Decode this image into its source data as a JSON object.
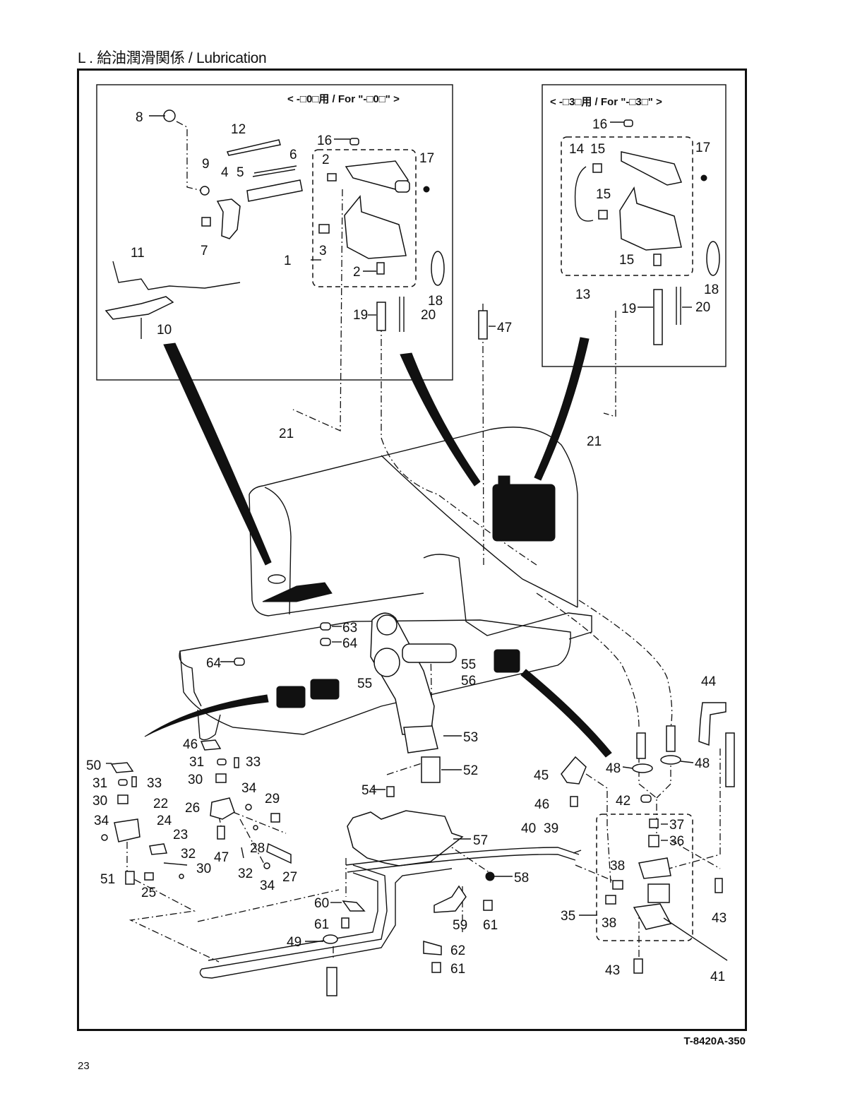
{
  "page": {
    "title": "L . 給油潤滑関係 / Lubrication",
    "doc_code": "T-8420A-350",
    "page_number": "23"
  },
  "insets": {
    "left_header": "< -□0□用 / For \"-□0□\" >",
    "right_header": "< -□3□用 / For \"-□3□\" >"
  },
  "callouts": [
    {
      "id": "c8",
      "text": "8"
    },
    {
      "id": "c12",
      "text": "12"
    },
    {
      "id": "c16a",
      "text": "16"
    },
    {
      "id": "c2a",
      "text": "2"
    },
    {
      "id": "c17a",
      "text": "17"
    },
    {
      "id": "c6",
      "text": "6"
    },
    {
      "id": "c9",
      "text": "9"
    },
    {
      "id": "c4",
      "text": "4"
    },
    {
      "id": "c5",
      "text": "5"
    },
    {
      "id": "c7",
      "text": "7"
    },
    {
      "id": "c3",
      "text": "3"
    },
    {
      "id": "c1",
      "text": "1"
    },
    {
      "id": "c2b",
      "text": "2"
    },
    {
      "id": "c18a",
      "text": "18"
    },
    {
      "id": "c19a",
      "text": "19"
    },
    {
      "id": "c20a",
      "text": "20"
    },
    {
      "id": "c11",
      "text": "11"
    },
    {
      "id": "c10",
      "text": "10"
    },
    {
      "id": "c47a",
      "text": "47"
    },
    {
      "id": "c16b",
      "text": "16"
    },
    {
      "id": "c14",
      "text": "14"
    },
    {
      "id": "c15a",
      "text": "15"
    },
    {
      "id": "c17b",
      "text": "17"
    },
    {
      "id": "c15b",
      "text": "15"
    },
    {
      "id": "c15c",
      "text": "15"
    },
    {
      "id": "c18b",
      "text": "18"
    },
    {
      "id": "c13",
      "text": "13"
    },
    {
      "id": "c19b",
      "text": "19"
    },
    {
      "id": "c20b",
      "text": "20"
    },
    {
      "id": "c21a",
      "text": "21"
    },
    {
      "id": "c21b",
      "text": "21"
    },
    {
      "id": "c63",
      "text": "63"
    },
    {
      "id": "c64a",
      "text": "64"
    },
    {
      "id": "c64b",
      "text": "64"
    },
    {
      "id": "c55a",
      "text": "55"
    },
    {
      "id": "c55b",
      "text": "55"
    },
    {
      "id": "c56",
      "text": "56"
    },
    {
      "id": "c44",
      "text": "44"
    },
    {
      "id": "c53",
      "text": "53"
    },
    {
      "id": "c46a",
      "text": "46"
    },
    {
      "id": "c50",
      "text": "50"
    },
    {
      "id": "c31a",
      "text": "31"
    },
    {
      "id": "c33a",
      "text": "33"
    },
    {
      "id": "c31b",
      "text": "31"
    },
    {
      "id": "c33b",
      "text": "33"
    },
    {
      "id": "c30a",
      "text": "30"
    },
    {
      "id": "c30b",
      "text": "30"
    },
    {
      "id": "c22",
      "text": "22"
    },
    {
      "id": "c34a",
      "text": "34"
    },
    {
      "id": "c24",
      "text": "24"
    },
    {
      "id": "c23",
      "text": "23"
    },
    {
      "id": "c34b",
      "text": "34"
    },
    {
      "id": "c26",
      "text": "26"
    },
    {
      "id": "c29",
      "text": "29"
    },
    {
      "id": "c52",
      "text": "52"
    },
    {
      "id": "c54",
      "text": "54"
    },
    {
      "id": "c45",
      "text": "45"
    },
    {
      "id": "c48a",
      "text": "48"
    },
    {
      "id": "c48b",
      "text": "48"
    },
    {
      "id": "c46b",
      "text": "46"
    },
    {
      "id": "c42",
      "text": "42"
    },
    {
      "id": "c37",
      "text": "37"
    },
    {
      "id": "c36",
      "text": "36"
    },
    {
      "id": "c28",
      "text": "28"
    },
    {
      "id": "c47b",
      "text": "47"
    },
    {
      "id": "c32a",
      "text": "32"
    },
    {
      "id": "c32b",
      "text": "32"
    },
    {
      "id": "c30c",
      "text": "30"
    },
    {
      "id": "c27",
      "text": "27"
    },
    {
      "id": "c34c",
      "text": "34"
    },
    {
      "id": "c51",
      "text": "51"
    },
    {
      "id": "c25",
      "text": "25"
    },
    {
      "id": "c57",
      "text": "57"
    },
    {
      "id": "c40",
      "text": "40"
    },
    {
      "id": "c39",
      "text": "39"
    },
    {
      "id": "c58",
      "text": "58"
    },
    {
      "id": "c38a",
      "text": "38"
    },
    {
      "id": "c38b",
      "text": "38"
    },
    {
      "id": "c35",
      "text": "35"
    },
    {
      "id": "c43a",
      "text": "43"
    },
    {
      "id": "c43b",
      "text": "43"
    },
    {
      "id": "c41",
      "text": "41"
    },
    {
      "id": "c60",
      "text": "60"
    },
    {
      "id": "c61a",
      "text": "61"
    },
    {
      "id": "c61b",
      "text": "61"
    },
    {
      "id": "c61c",
      "text": "61"
    },
    {
      "id": "c59",
      "text": "59"
    },
    {
      "id": "c62",
      "text": "62"
    },
    {
      "id": "c49",
      "text": "49"
    }
  ]
}
